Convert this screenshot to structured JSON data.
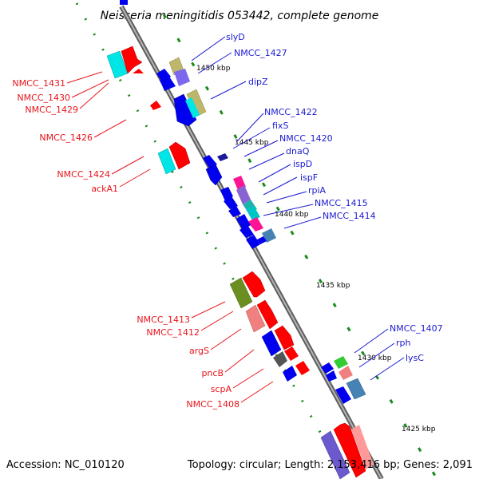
{
  "title": "Neisseria meningitidis 053442, complete genome",
  "footer": {
    "accession": "Accession: NC_010120",
    "summary": "Topology: circular; Length: 2,153,416 bp; Genes: 2,091"
  },
  "colors": {
    "backbone": "#8c8c8c",
    "tick": "#1a8a1a",
    "forward_label": "#e8141a",
    "reverse_label": "#1a1ad2",
    "forward_gene": "#ff0000",
    "reverse_gene": "#0000ee"
  },
  "scale_labels": [
    "1450 kbp",
    "1445 kbp",
    "1440 kbp",
    "1435 kbp",
    "1430 kbp",
    "1425 kbp"
  ],
  "reverse_labels": [
    "slyD",
    "NMCC_1427",
    "dipZ",
    "NMCC_1422",
    "fixS",
    "NMCC_1420",
    "dnaQ",
    "ispD",
    "ispF",
    "rpiA",
    "NMCC_1415",
    "NMCC_1414",
    "NMCC_1407",
    "rph",
    "lysC"
  ],
  "forward_labels": [
    "NMCC_1431",
    "NMCC_1430",
    "NMCC_1429",
    "NMCC_1426",
    "NMCC_1424",
    "ackA1",
    "NMCC_1413",
    "NMCC_1412",
    "argS",
    "pncB",
    "scpA",
    "NMCC_1408"
  ]
}
